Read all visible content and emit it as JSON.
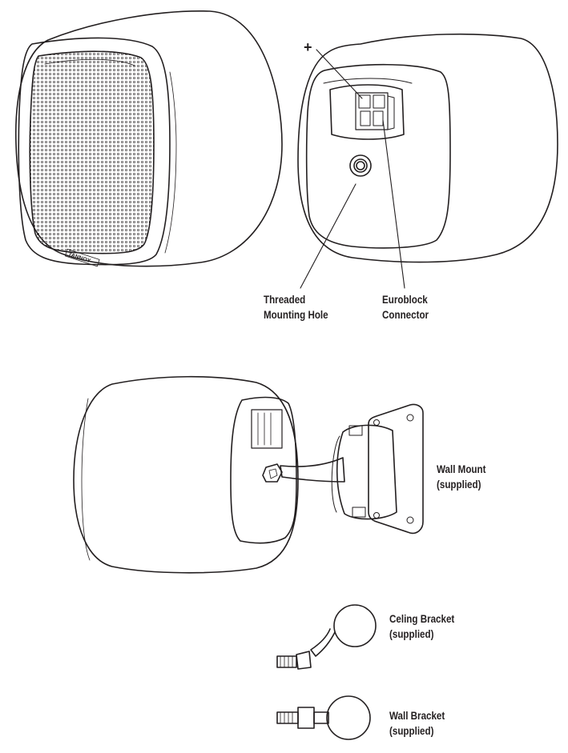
{
  "speaker_front": {
    "brand_text": "TANNOY"
  },
  "rear_view": {
    "polarity_symbol": "+",
    "threaded_hole_label": [
      "Threaded",
      "Mounting Hole"
    ],
    "euroblock_label": [
      "Euroblock",
      "Connector"
    ]
  },
  "wall_mount": {
    "label": [
      "Wall Mount",
      "(supplied)"
    ]
  },
  "ceiling_bracket": {
    "label": [
      "Celing Bracket",
      "(supplied)"
    ]
  },
  "wall_bracket": {
    "label": [
      "Wall Bracket",
      "(supplied)"
    ]
  },
  "colors": {
    "stroke": "#231f20",
    "background": "#ffffff"
  }
}
